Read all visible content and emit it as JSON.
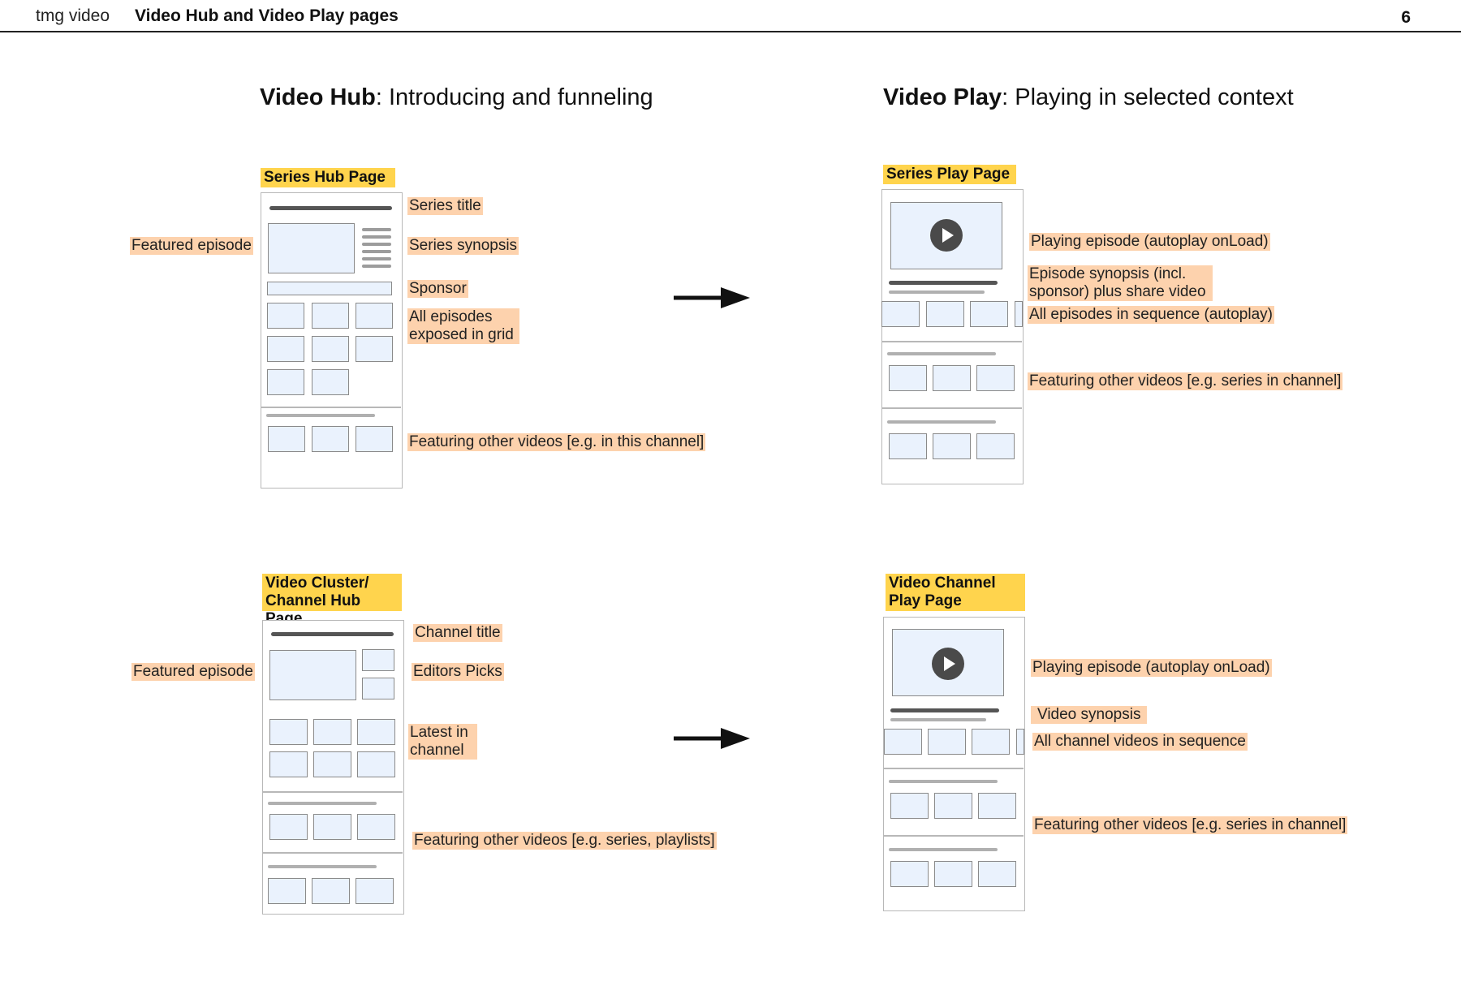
{
  "header": {
    "brand": "tmg video",
    "title": "Video Hub and Video Play pages",
    "page_number": "6"
  },
  "hub": {
    "title_bold": "Video Hub",
    "title_rest": ": Introducing and funneling",
    "series": {
      "label": "Series Hub Page",
      "notes": {
        "featured": "Featured episode",
        "series_title": "Series title",
        "synopsis": "Series synopsis",
        "sponsor": "Sponsor",
        "all_episodes_1": "All episodes",
        "all_episodes_2": "exposed in grid",
        "featuring": "Featuring other videos [e.g. in this channel]"
      }
    },
    "channel": {
      "label_1": "Video Cluster/",
      "label_2": "Channel Hub Page",
      "notes": {
        "featured": "Featured episode",
        "channel_title": "Channel title",
        "editors_picks": "Editors Picks",
        "latest_1": "Latest in",
        "latest_2": "channel",
        "featuring": "Featuring other videos [e.g. series, playlists]"
      }
    }
  },
  "play": {
    "title_bold": "Video Play",
    "title_rest": ": Playing in selected context",
    "series": {
      "label": "Series Play Page",
      "notes": {
        "playing": "Playing episode (autoplay onLoad)",
        "synopsis_1": "Episode synopsis (incl.",
        "synopsis_2": "sponsor) plus share video",
        "sequence": "All episodes in sequence (autoplay)",
        "featuring": "Featuring other videos [e.g. series in channel]"
      }
    },
    "channel": {
      "label_1": "Video Channel",
      "label_2": "Play Page",
      "notes": {
        "playing": "Playing episode (autoplay onLoad)",
        "synopsis": "Video synopsis",
        "sequence": "All channel videos in sequence",
        "featuring": "Featuring other videos [e.g. series in channel]"
      }
    }
  }
}
